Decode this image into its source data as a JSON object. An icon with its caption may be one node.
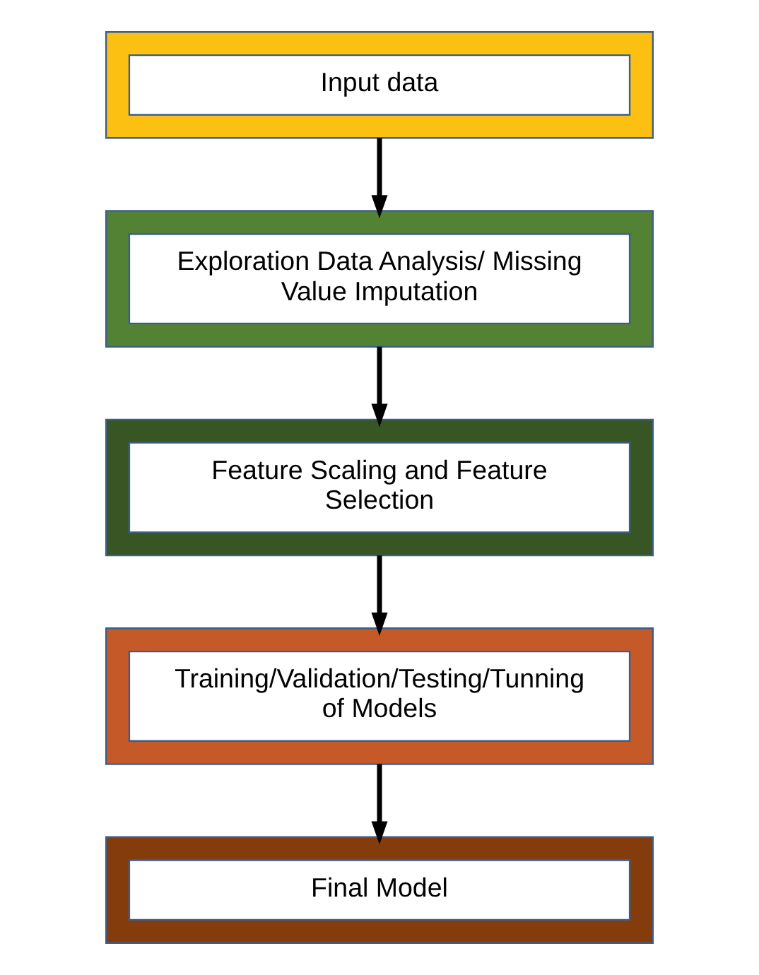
{
  "diagram": {
    "nodes": [
      {
        "text": [],
        "shape": "box"
      },
      {
        "text": [
          "Input data"
        ],
        "in": 0
      },
      {
        "text": [],
        "shape": "box"
      },
      {
        "text": [
          "Exploration Data Analysis/ Missing Value Imputation"
        ],
        "in": 2
      },
      {
        "text": [],
        "shape": "box"
      },
      {
        "text": [
          "Feature Scaling and Feature Selection"
        ],
        "in": 4
      },
      {
        "text": [],
        "shape": "box"
      },
      {
        "text": [
          "Training/Validation/Testing/Tunning of Models"
        ],
        "in": 6
      },
      {
        "text": [],
        "shape": "box"
      },
      {
        "text": [
          "Final Model"
        ],
        "in": 8
      }
    ],
    "edges": [
      {
        "from": 0,
        "to": 2,
        "arrow": "to"
      },
      {
        "from": 2,
        "to": 4,
        "arrow": "to"
      },
      {
        "from": 4,
        "to": 6,
        "arrow": "to"
      },
      {
        "from": 6,
        "to": 8,
        "arrow": "to"
      }
    ]
  }
}
